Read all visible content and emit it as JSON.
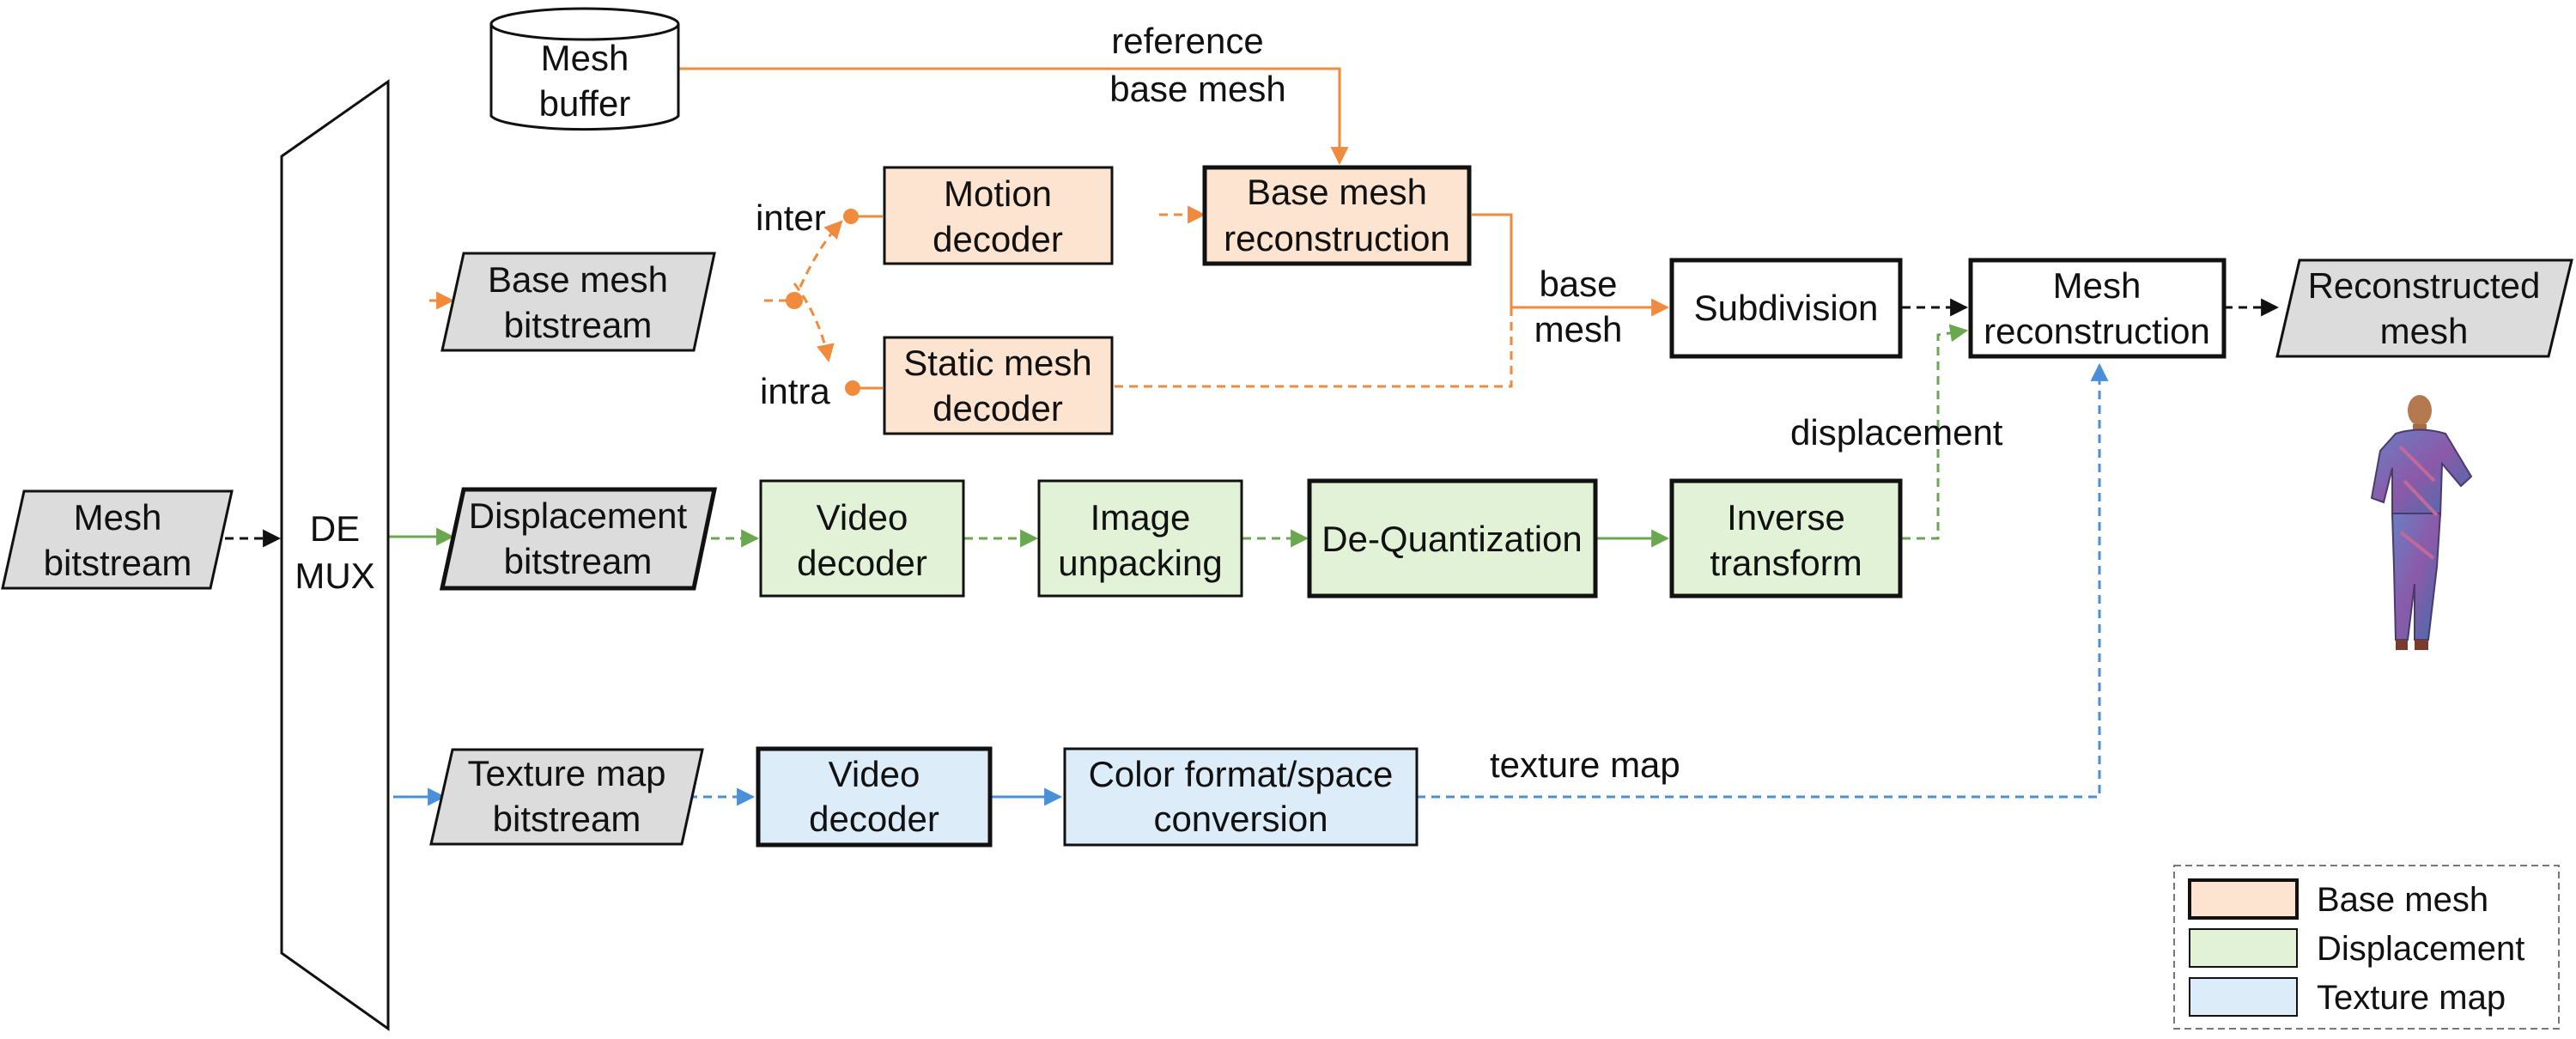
{
  "colors": {
    "orange": "#f08a3c",
    "green": "#6aa84f",
    "blue": "#4a90d9",
    "base_mesh_fill": "#fde4d0",
    "displacement_fill": "#e1f2d6",
    "texture_fill": "#dcecf8",
    "input_fill": "#dcdcdc",
    "ink": "#111111"
  },
  "nodes": {
    "mesh_bitstream": [
      "Mesh",
      "bitstream"
    ],
    "demux": [
      "DE",
      "MUX"
    ],
    "mesh_buffer": [
      "Mesh",
      "buffer"
    ],
    "base_mesh_bitstream": [
      "Base mesh",
      "bitstream"
    ],
    "displacement_bitstream": [
      "Displacement",
      "bitstream"
    ],
    "texture_map_bitstream": [
      "Texture map",
      "bitstream"
    ],
    "motion_decoder": [
      "Motion",
      "decoder"
    ],
    "static_mesh_decoder": [
      "Static mesh",
      "decoder"
    ],
    "base_mesh_reconstruction": [
      "Base mesh",
      "reconstruction"
    ],
    "subdivision": [
      "Subdivision"
    ],
    "mesh_reconstruction": [
      "Mesh",
      "reconstruction"
    ],
    "reconstructed_mesh": [
      "Reconstructed",
      "mesh"
    ],
    "video_decoder_disp": [
      "Video",
      "decoder"
    ],
    "image_unpacking": [
      "Image",
      "unpacking"
    ],
    "de_quantization": [
      "De-Quantization"
    ],
    "inverse_transform": [
      "Inverse",
      "transform"
    ],
    "video_decoder_tex": [
      "Video",
      "decoder"
    ],
    "color_conversion": [
      "Color format/space",
      "conversion"
    ]
  },
  "edge_labels": {
    "reference_base_mesh": [
      "reference",
      "base mesh"
    ],
    "inter": "inter",
    "intra": "intra",
    "base_mesh": [
      "base",
      "mesh"
    ],
    "displacement": "displacement",
    "texture_map": "texture map"
  },
  "legend": {
    "items": [
      {
        "label": "Base mesh",
        "fill": "#fde4d0"
      },
      {
        "label": "Displacement",
        "fill": "#e1f2d6"
      },
      {
        "label": "Texture map",
        "fill": "#dcecf8"
      }
    ]
  }
}
